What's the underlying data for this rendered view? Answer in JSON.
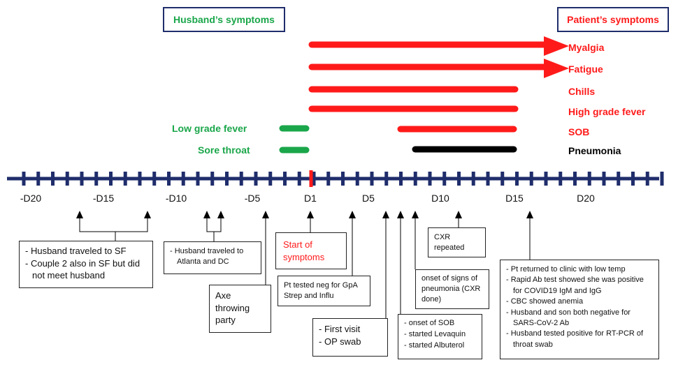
{
  "headers": {
    "husband": "Husband’s symptoms",
    "patient": "Patient’s symptoms"
  },
  "colors": {
    "green": "#1aa64a",
    "red": "#ff1a1a",
    "black": "#000000",
    "axis": "#1f2d6b"
  },
  "symptom_labels": {
    "myalgia": "Myalgia",
    "fatigue": "Fatigue",
    "chills": "Chills",
    "high_grade_fever": "High grade fever",
    "sob": "SOB",
    "pneumonia": "Pneumonia",
    "low_grade_fever": "Low grade fever",
    "sore_throat": "Sore throat"
  },
  "axis_labels": [
    "-D20",
    "-D15",
    "-D10",
    "-D5",
    "D1",
    "D5",
    "D10",
    "D15",
    "D20"
  ],
  "events": {
    "travel_sf": [
      "Husband traveled to SF",
      "Couple 2 also in SF but did not meet husband"
    ],
    "travel_atlanta": [
      "Husband traveled to Atlanta and DC"
    ],
    "axe_party": "Axe throwing party",
    "start": "Start of symptoms",
    "pt_tested": "Pt tested neg for GpA Strep and Influ",
    "first_visit": [
      "First visit",
      "OP swab"
    ],
    "sob_onset": [
      "onset of SOB",
      "started Levaquin",
      "started Albuterol"
    ],
    "pneumonia_onset": "onset of signs of pneumonia (CXR done)",
    "cxr": "CXR repeated",
    "return": [
      "Pt returned to clinic with low temp",
      "Rapid Ab test showed she was positive for COVID19 IgM and IgG",
      "CBC showed anemia",
      "Husband and son both negative for SARS-CoV-2 Ab",
      "Husband tested positive for RT-PCR of throat swab"
    ]
  }
}
